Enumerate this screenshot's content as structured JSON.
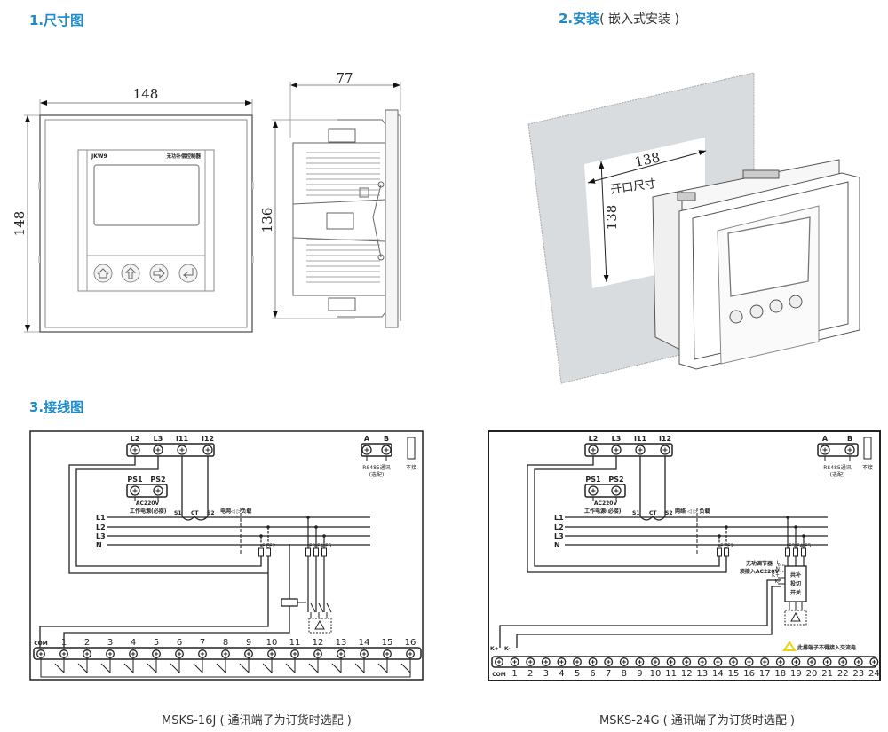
{
  "sections": {
    "dimensions": {
      "title": "1.尺寸图"
    },
    "installation": {
      "title": "2.安装",
      "subtitle": "( 嵌入式安装 )"
    },
    "wiring": {
      "title": "3.接线图"
    }
  },
  "dimension_drawing": {
    "front_width": "148",
    "front_height": "148",
    "side_depth": "77",
    "side_height": "136",
    "device_brand": "JKW9",
    "device_name": "无功补偿控制器",
    "buttons": [
      "home-icon",
      "up-arrow-icon",
      "right-arrow-icon",
      "enter-icon"
    ]
  },
  "installation_drawing": {
    "cutout_width": "138",
    "cutout_height": "138",
    "cutout_label": "开口尺寸"
  },
  "wiring_16j": {
    "top_terminals": [
      "L2",
      "L3",
      "I11",
      "I12"
    ],
    "power_terminals": [
      "PS1",
      "PS2"
    ],
    "power_voltage": "AC220V",
    "power_note": "工作电源(必接)",
    "ct_labels": [
      "S1",
      "CT",
      "S2"
    ],
    "grid_load": "电网◁ ▷负载",
    "phases": [
      "L1",
      "L2",
      "L3",
      "N"
    ],
    "fuses": [
      "F1",
      "F2",
      "F3",
      "F4",
      "F5"
    ],
    "rs485_terminals": [
      "A",
      "B"
    ],
    "rs485_label": "RS485通讯",
    "rs485_note": "(选配)",
    "no_connect": "不接",
    "com_label": "COM",
    "outputs": [
      "1",
      "2",
      "3",
      "4",
      "5",
      "6",
      "7",
      "8",
      "9",
      "10",
      "11",
      "12",
      "13",
      "14",
      "15",
      "16"
    ],
    "caption": "MSKS-16J ( 通讯端子为订货时选配 )"
  },
  "wiring_24g": {
    "top_terminals": [
      "L2",
      "L3",
      "I11",
      "I12"
    ],
    "power_terminals": [
      "PS1",
      "PS2"
    ],
    "power_voltage": "AC220V",
    "power_note": "工作电源(必接)",
    "ct_labels": [
      "S1",
      "CT",
      "S2"
    ],
    "grid_load": "网络 ◁ ▷ 负载",
    "phases": [
      "L1",
      "L2",
      "L3",
      "N"
    ],
    "fuses": [
      "F1",
      "F2",
      "F3",
      "F4",
      "F5"
    ],
    "rs485_terminals": [
      "A",
      "B"
    ],
    "rs485_label": "RS485通讯",
    "rs485_note": "(选配)",
    "no_connect": "不接",
    "switch_note_1": "无功调节器",
    "switch_note_2": "须接入AC220V",
    "switch_pins": [
      "L",
      "N",
      "K+",
      "K-"
    ],
    "switch_name": [
      "共补",
      "投切",
      "开关"
    ],
    "warning": "此排端子不得接入交流电",
    "k_plus": "K+",
    "k_minus": "K-",
    "com_label": "COM",
    "outputs": [
      "1",
      "2",
      "3",
      "4",
      "5",
      "6",
      "7",
      "8",
      "9",
      "10",
      "11",
      "12",
      "13",
      "14",
      "15",
      "16",
      "17",
      "18",
      "19",
      "20",
      "21",
      "22",
      "23",
      "24"
    ],
    "caption": "MSKS-24G ( 通讯端子为订货时选配 )"
  },
  "colors": {
    "title_blue": "#1a8ccc",
    "panel_gray": "#d8dcdf",
    "warning_yellow": "#f2d20a"
  }
}
